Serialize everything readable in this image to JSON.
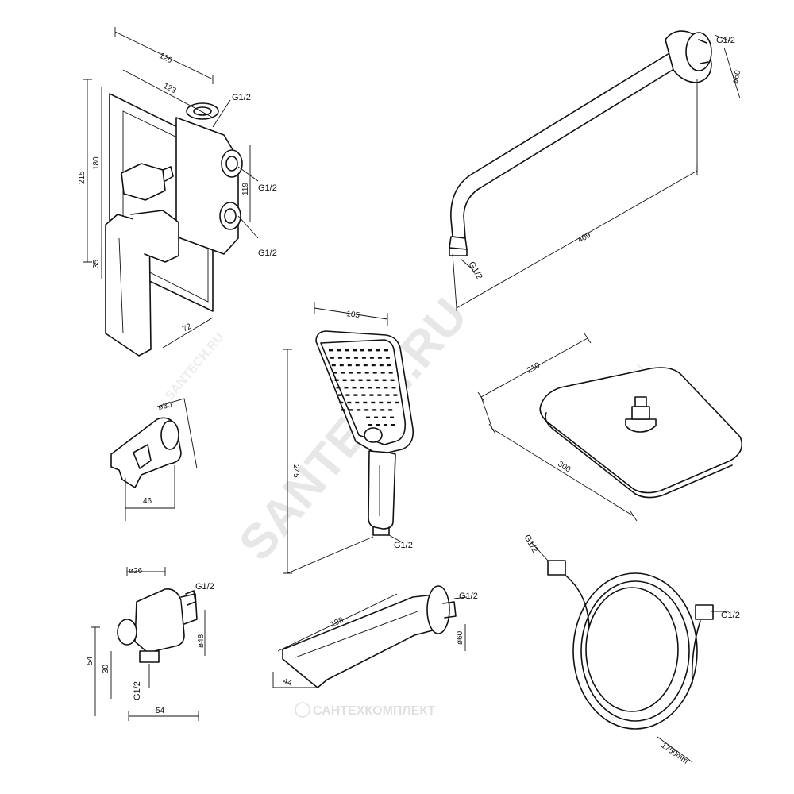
{
  "watermark": {
    "main": "SANTECH.RU",
    "small": "SANTECH.RU",
    "brand": "САНТЕХКОМПЛЕКТ"
  },
  "mixer": {
    "width": "120",
    "depth": "123",
    "height": "215",
    "plate_height": "180",
    "offset": "119",
    "lever_low": "35",
    "lever_depth": "72",
    "top_thread": "G1/2",
    "mid_thread": "G1/2",
    "low_thread": "G1/2"
  },
  "shower_arm": {
    "length": "409",
    "flange": "ø60",
    "wall_thread": "G1/2",
    "outlet_thread": "G1/2"
  },
  "hand_shower": {
    "width": "105",
    "length": "245",
    "thread": "G1/2"
  },
  "overhead_shower": {
    "depth": "210",
    "width": "300"
  },
  "holder": {
    "diameter": "ø30",
    "depth": "46"
  },
  "wall_outlet": {
    "diameter": "ø26",
    "flange": "ø48",
    "height": "54",
    "center": "30",
    "depth": "54",
    "thread_top": "G1/2",
    "thread_bottom": "G1/2"
  },
  "spout": {
    "length": "198",
    "flange": "ø60",
    "height": "44",
    "thread": "G1/2"
  },
  "hose": {
    "length": "1750mm",
    "thread_a": "G1/2",
    "thread_b": "G1/2"
  },
  "accent_colors": {
    "line": "#111111",
    "watermark": "#000000"
  }
}
